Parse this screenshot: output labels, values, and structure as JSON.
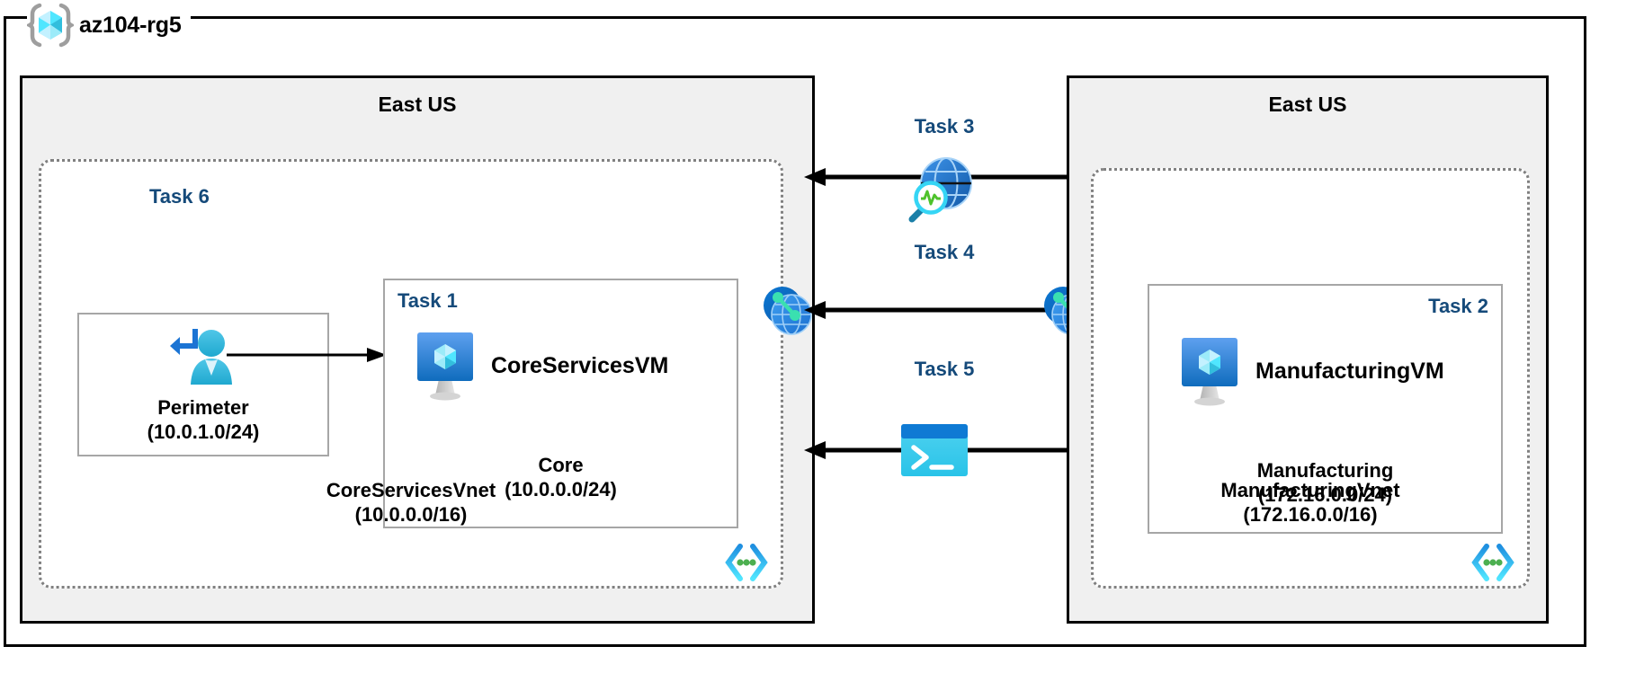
{
  "diagram": {
    "resource_group": {
      "name": "az104-rg5",
      "icon": "resource-group-cube-icon"
    },
    "regions": [
      {
        "id": "left",
        "title": "East US"
      },
      {
        "id": "right",
        "title": "East US"
      }
    ],
    "left_region": {
      "title": "East US",
      "internet_icon": "internet-globe-icon",
      "vnet": {
        "name": "CoreServicesVnet",
        "cidr": "(10.0.0.0/16)",
        "corner_icon": "virtual-network-icon"
      },
      "subnets": [
        {
          "task": "Task 6",
          "name": "Perimeter",
          "cidr": "(10.0.1.0/24)",
          "icon": "bastion-user-icon"
        },
        {
          "task": "Task 1",
          "name": "Core",
          "cidr": "(10.0.0.0/24)",
          "vm_name": "CoreServicesVM",
          "icon": "virtual-machine-icon"
        }
      ]
    },
    "right_region": {
      "title": "East US",
      "vnet": {
        "name": "ManufacturingVnet",
        "cidr": "(172.16.0.0/16)",
        "corner_icon": "virtual-network-icon"
      },
      "subnets": [
        {
          "task": "Task 2",
          "name": "Manufacturing",
          "cidr": "(172.16.0.0/24)",
          "vm_name": "ManufacturingVM",
          "icon": "virtual-machine-icon"
        }
      ]
    },
    "center_connections": [
      {
        "task": "Task 3",
        "icon": "network-watcher-icon",
        "arrow": "double-headed-arrow"
      },
      {
        "task": "Task 4",
        "icon": "vnet-peering-icon",
        "arrow": "double-headed-arrow"
      },
      {
        "task": "Task 5",
        "icon": "cloud-shell-icon",
        "arrow": "double-headed-arrow"
      }
    ],
    "colors": {
      "task_label": "#154A7A",
      "region_fill": "#f0f0f0",
      "vnet_border": "#808080",
      "subnet_border": "#a6a6a6",
      "frame": "#000000",
      "azure_blue": "#0078d4",
      "cyan": "#32bedd",
      "green": "#4caf50"
    }
  }
}
